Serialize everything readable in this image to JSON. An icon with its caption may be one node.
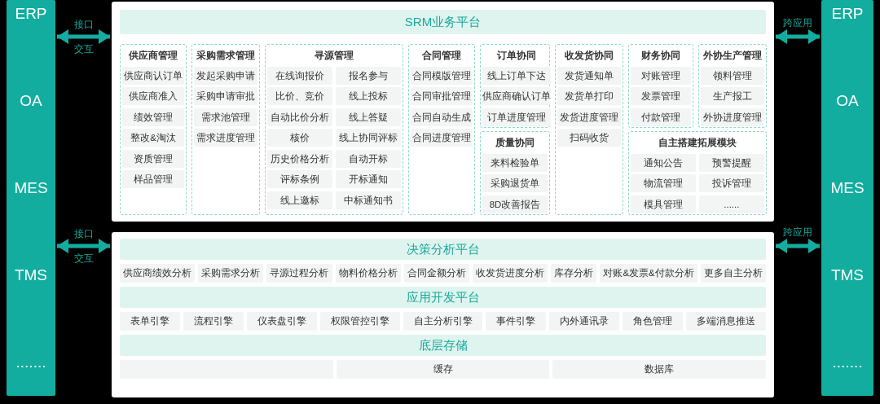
{
  "diagram": {
    "nodes": [
      {
        "text": [
          "ERP",
          "OA",
          "MES",
          "TMS",
          "......."
        ]
      },
      {
        "text": [],
        "shape": "box"
      },
      {
        "text": [
          "供应商管理"
        ],
        "in": 1
      },
      {
        "text": [
          "供应商认订单"
        ],
        "in": 2
      },
      {
        "text": [
          "供应商准入"
        ],
        "in": 2
      },
      {
        "text": [
          "绩效管理"
        ],
        "in": 2
      },
      {
        "text": [
          "整改&淘汰"
        ],
        "in": 2
      },
      {
        "text": [
          "资质管理"
        ],
        "in": 2
      },
      {
        "text": [
          "样品管理"
        ],
        "in": 2
      },
      {
        "text": [
          "采购需求管理"
        ],
        "in": 1
      },
      {
        "text": [
          "发起采购申请"
        ],
        "in": 9
      },
      {
        "text": [
          "采购申请审批"
        ],
        "in": 9
      },
      {
        "text": [
          "需求池管理"
        ],
        "in": 9
      },
      {
        "text": [
          "需求进度管理"
        ],
        "in": 9
      },
      {
        "text": [
          "寻源管理"
        ],
        "in": 1
      },
      {
        "text": [
          "在线询报价"
        ],
        "in": 14
      },
      {
        "text": [
          "报名参与"
        ],
        "in": 14
      },
      {
        "text": [
          "比价、竞价"
        ],
        "in": 14
      },
      {
        "text": [
          "线上投标"
        ],
        "in": 14
      },
      {
        "text": [
          "自动比价分析"
        ],
        "in": 14
      },
      {
        "text": [
          "线上答疑"
        ],
        "in": 14
      },
      {
        "text": [
          "核价"
        ],
        "in": 14
      },
      {
        "text": [
          "线上协同评标"
        ],
        "in": 14
      },
      {
        "text": [
          "历史价格分析"
        ],
        "in": 14
      },
      {
        "text": [
          "自动开标"
        ],
        "in": 14
      },
      {
        "text": [
          "评标条例"
        ],
        "in": 14
      },
      {
        "text": [
          "开标通知"
        ],
        "in": 14
      },
      {
        "text": [
          "线上邀标"
        ],
        "in": 14
      },
      {
        "text": [
          "中标通知书"
        ],
        "in": 14
      },
      {
        "text": [
          "合同管理"
        ],
        "in": 1
      },
      {
        "text": [
          "合同模版管理"
        ],
        "in": 29
      },
      {
        "text": [
          "合同审批管理"
        ],
        "in": 29
      },
      {
        "text": [
          "合同自动生成"
        ],
        "in": 29
      },
      {
        "text": [
          "合同进度管理"
        ],
        "in": 29
      },
      {
        "text": [
          "订单协同"
        ],
        "in": 1
      },
      {
        "text": [
          "线上订单下达"
        ],
        "in": 34
      },
      {
        "text": [
          "供应商确认订单"
        ],
        "in": 34
      },
      {
        "text": [
          "订单进度管理"
        ],
        "in": 34
      },
      {
        "text": [
          "质量协同"
        ],
        "in": 1
      },
      {
        "text": [
          "来料检验单"
        ],
        "in": 38
      },
      {
        "text": [
          "采购退货单"
        ],
        "in": 38
      },
      {
        "text": [
          "8D改善报告"
        ],
        "in": 38
      },
      {
        "text": [
          "收发货协同"
        ],
        "in": 1
      },
      {
        "text": [
          "发货通知单"
        ],
        "in": 42
      },
      {
        "text": [
          "发货单打印"
        ],
        "in": 42
      },
      {
        "text": [
          "发货进度管理"
        ],
        "in": 42
      },
      {
        "text": [
          "扫码收货"
        ],
        "in": 42
      },
      {
        "text": [
          "财务协同"
        ],
        "in": 1
      },
      {
        "text": [
          "对账管理"
        ],
        "in": 47
      },
      {
        "text": [
          "发票管理"
        ],
        "in": 47
      },
      {
        "text": [
          "付款管理"
        ],
        "in": 47
      },
      {
        "text": [
          "外协生产管理"
        ],
        "in": 1
      },
      {
        "text": [
          "领料管理"
        ],
        "in": 51
      },
      {
        "text": [
          "生产报工"
        ],
        "in": 51
      },
      {
        "text": [
          "外协进度管理"
        ],
        "in": 51
      },
      {
        "text": [
          "自主搭建拓展模块"
        ],
        "in": 1
      },
      {
        "text": [
          "通知公告"
        ],
        "in": 55
      },
      {
        "text": [
          "预警提醒"
        ],
        "in": 55
      },
      {
        "text": [
          "物流管理"
        ],
        "in": 55
      },
      {
        "text": [
          "投诉管理"
        ],
        "in": 55
      },
      {
        "text": [
          "模具管理"
        ],
        "in": 55
      },
      {
        "text": [
          "......"
        ],
        "in": 55
      },
      {
        "text": [],
        "shape": "box"
      },
      {
        "text": [
          "决策分析平台"
        ],
        "in": 62
      },
      {
        "text": [
          "供应商绩效分析"
        ],
        "in": 62
      },
      {
        "text": [
          "采购需求分析"
        ],
        "in": 62
      },
      {
        "text": [
          "寻源过程分析"
        ],
        "in": 62
      },
      {
        "text": [
          "物料价格分析"
        ],
        "in": 62
      },
      {
        "text": [
          "合同金额分析"
        ],
        "in": 62
      },
      {
        "text": [
          "收发货进度分析"
        ],
        "in": 62
      },
      {
        "text": [
          "库存分析"
        ],
        "in": 62
      },
      {
        "text": [
          "对账&发票&付款分析"
        ],
        "in": 62
      },
      {
        "text": [
          "更多自主分析"
        ],
        "in": 62
      },
      {
        "text": [
          "应用开发平台"
        ],
        "in": 62
      },
      {
        "text": [
          "表单引擎"
        ],
        "in": 62
      },
      {
        "text": [
          "流程引擎"
        ],
        "in": 62
      },
      {
        "text": [
          "仪表盘引擎"
        ],
        "in": 62
      },
      {
        "text": [
          "权限管控引擎"
        ],
        "in": 62
      },
      {
        "text": [
          "自主分析引擎"
        ],
        "in": 62
      },
      {
        "text": [
          "事件引擎"
        ],
        "in": 62
      },
      {
        "text": [
          "内外通讯录"
        ],
        "in": 62
      },
      {
        "text": [
          "角色管理"
        ],
        "in": 62
      },
      {
        "text": [
          "多端消息推送"
        ],
        "in": 62
      },
      {
        "text": [
          "底层存储"
        ],
        "in": 62
      },
      {
        "text": [],
        "shape": "box",
        "in": 62
      },
      {
        "text": [
          "缓存"
        ],
        "in": 62
      },
      {
        "text": [
          "数据库"
        ],
        "in": 62
      },
      {
        "text": [
          "ERP",
          "OA",
          "MES",
          "TMS",
          "......."
        ]
      },
      {
        "text": [
          "SRM业务平台"
        ],
        "in": 1
      }
    ],
    "edges": [
      {
        "from": 0,
        "to": 1,
        "arrow": "both",
        "label": "接口交互"
      },
      {
        "from": 0,
        "to": 62,
        "arrow": "both",
        "label": "接口交互"
      },
      {
        "from": 1,
        "to": 87,
        "arrow": "both",
        "label": "跨应用"
      },
      {
        "from": 62,
        "to": 87,
        "arrow": "both",
        "label": "跨应用"
      }
    ]
  }
}
